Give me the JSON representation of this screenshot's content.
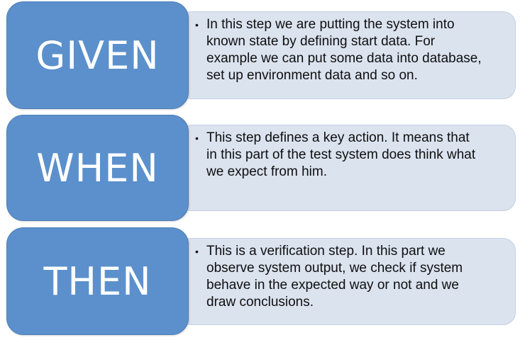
{
  "steps": [
    {
      "label": "GIVEN",
      "description": "In this step we are putting the system into\nknown state by defining start data. For\nexample we can put some data into database,\nset up environment data and so on."
    },
    {
      "label": "WHEN",
      "description": "This step defines a key action. It means that\nin this part of the test system does think what\nwe expect from him."
    },
    {
      "label": "THEN",
      "description": "This is a verification step. In this part we\nobserve system output, we check if system\nbehave in the expected way or not and we\ndraw conclusions."
    }
  ],
  "colors": {
    "label_fill": "#5b90cc",
    "label_text": "#ffffff",
    "description_fill": "#dbe3ef",
    "description_text": "#0f0f0f"
  },
  "bullet_icon": "bullet-dot"
}
